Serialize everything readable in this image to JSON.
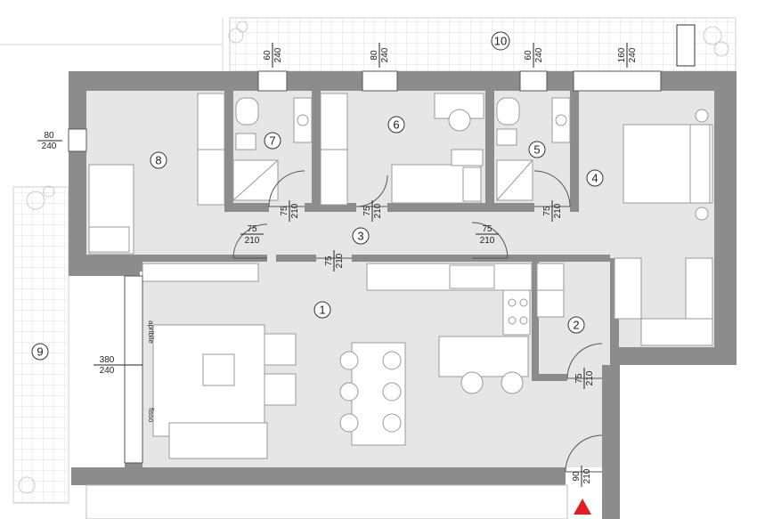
{
  "rooms": [
    {
      "id": "1",
      "number": "1"
    },
    {
      "id": "2",
      "number": "2"
    },
    {
      "id": "3",
      "number": "3"
    },
    {
      "id": "4",
      "number": "4"
    },
    {
      "id": "5",
      "number": "5"
    },
    {
      "id": "6",
      "number": "6"
    },
    {
      "id": "7",
      "number": "7"
    },
    {
      "id": "8",
      "number": "8"
    },
    {
      "id": "9",
      "number": "9"
    },
    {
      "id": "10",
      "number": "10"
    }
  ],
  "windows": {
    "w7": {
      "width": "60",
      "height": "240"
    },
    "w6": {
      "width": "80",
      "height": "240"
    },
    "w5": {
      "width": "60",
      "height": "240"
    },
    "w4": {
      "width": "160",
      "height": "240"
    },
    "w8": {
      "width": "80",
      "height": "240"
    },
    "w1": {
      "width": "380",
      "height": "240"
    }
  },
  "doors": {
    "d7": {
      "width": "75",
      "height": "210"
    },
    "d6": {
      "width": "75",
      "height": "210"
    },
    "d4": {
      "width": "75",
      "height": "210"
    },
    "d8": {
      "width": "75",
      "height": "210"
    },
    "d5": {
      "width": "75",
      "height": "210"
    },
    "d1": {
      "width": "75",
      "height": "210"
    },
    "d2": {
      "width": "75",
      "height": "210"
    },
    "entry": {
      "width": "90",
      "height": "210"
    }
  },
  "glazing": {
    "opening": "apribile",
    "fixed": "fisso"
  },
  "colors": {
    "wall": "#8c8c8c",
    "floor": "#e6e6e6",
    "furniture": "#ffffff",
    "line": "#555555",
    "entry_marker": "#e02020"
  }
}
